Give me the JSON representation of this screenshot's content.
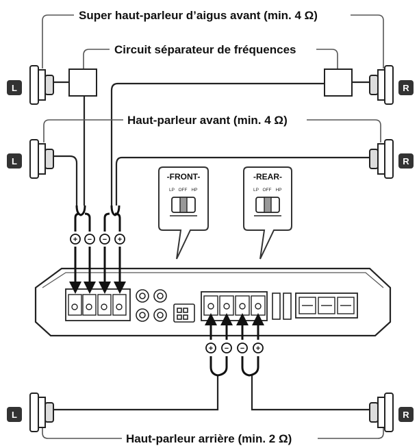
{
  "labels": {
    "tweeter": "Super haut-parleur d’aigus avant (min. 4 Ω)",
    "crossover": "Circuit séparateur de fréquences",
    "front_speaker": "Haut-parleur avant (min. 4 Ω)",
    "rear_speaker": "Haut-parleur arrière (min. 2 Ω)"
  },
  "channels": {
    "left": "L",
    "right": "R"
  },
  "switches": {
    "front": {
      "title": "-FRONT-",
      "options": [
        "LP",
        "OFF",
        "HP"
      ]
    },
    "rear": {
      "title": "-REAR-",
      "options": [
        "LP",
        "OFF",
        "HP"
      ]
    }
  },
  "polarity": {
    "front": [
      "+",
      "−",
      "−",
      "+"
    ],
    "rear": [
      "+",
      "−",
      "−",
      "+"
    ]
  }
}
